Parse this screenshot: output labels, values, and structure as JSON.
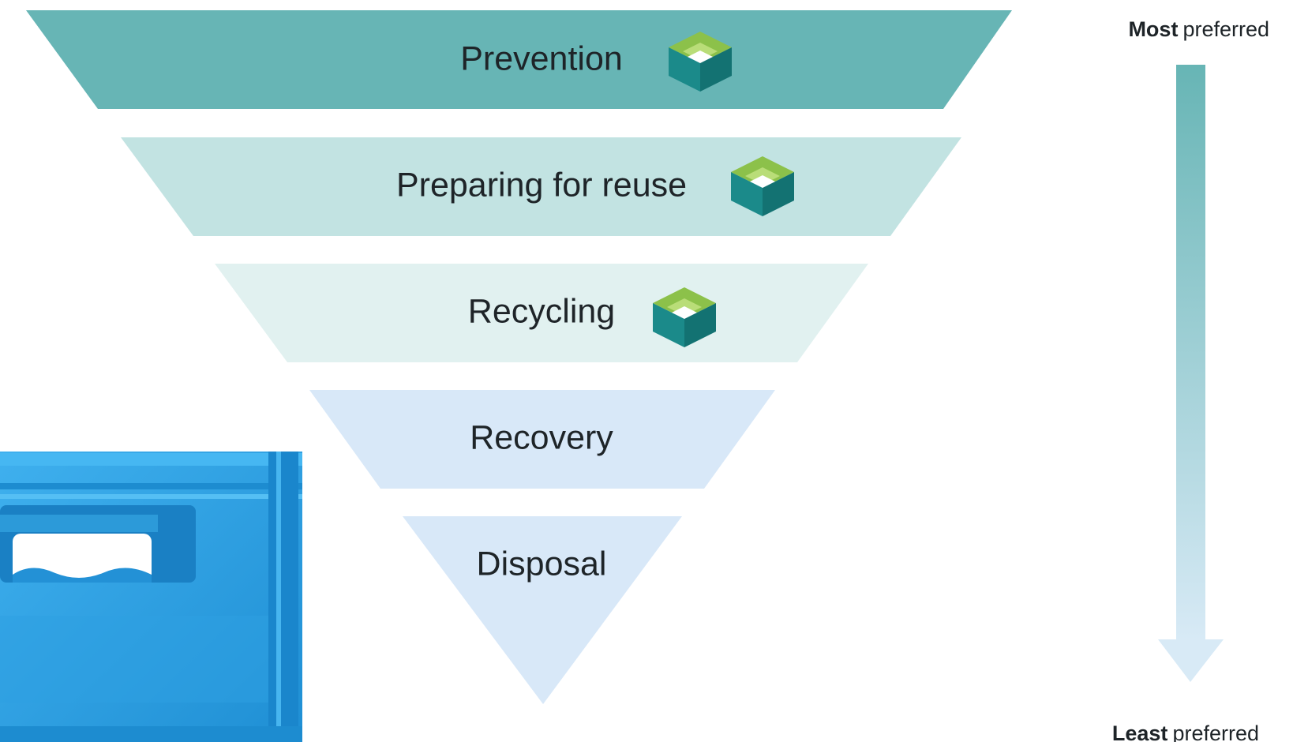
{
  "hierarchy": {
    "levels": [
      {
        "label": "Prevention",
        "fill": "#67b5b5",
        "icon": "box-icon"
      },
      {
        "label": "Preparing for reuse",
        "fill": "#c2e3e2",
        "icon": "box-icon"
      },
      {
        "label": "Recycling",
        "fill": "#e1f1f0",
        "icon": "box-icon"
      },
      {
        "label": "Recovery",
        "fill": "#d8e8f8",
        "icon": ""
      },
      {
        "label": "Disposal",
        "fill": "#d8e8f8",
        "icon": ""
      }
    ]
  },
  "scale": {
    "top": {
      "bold": "Most",
      "rest": "preferred"
    },
    "bottom": {
      "bold": "Least",
      "rest": "preferred"
    },
    "arrow_color_top": "#67b5b5",
    "arrow_color_bottom": "#d8eaf6"
  },
  "illustration": {
    "name": "blue-plastic-crate",
    "color": "#2a9fe0"
  },
  "colors": {
    "icon_top": "#8cc14a",
    "icon_left": "#1b8a8a",
    "icon_right": "#137272"
  }
}
